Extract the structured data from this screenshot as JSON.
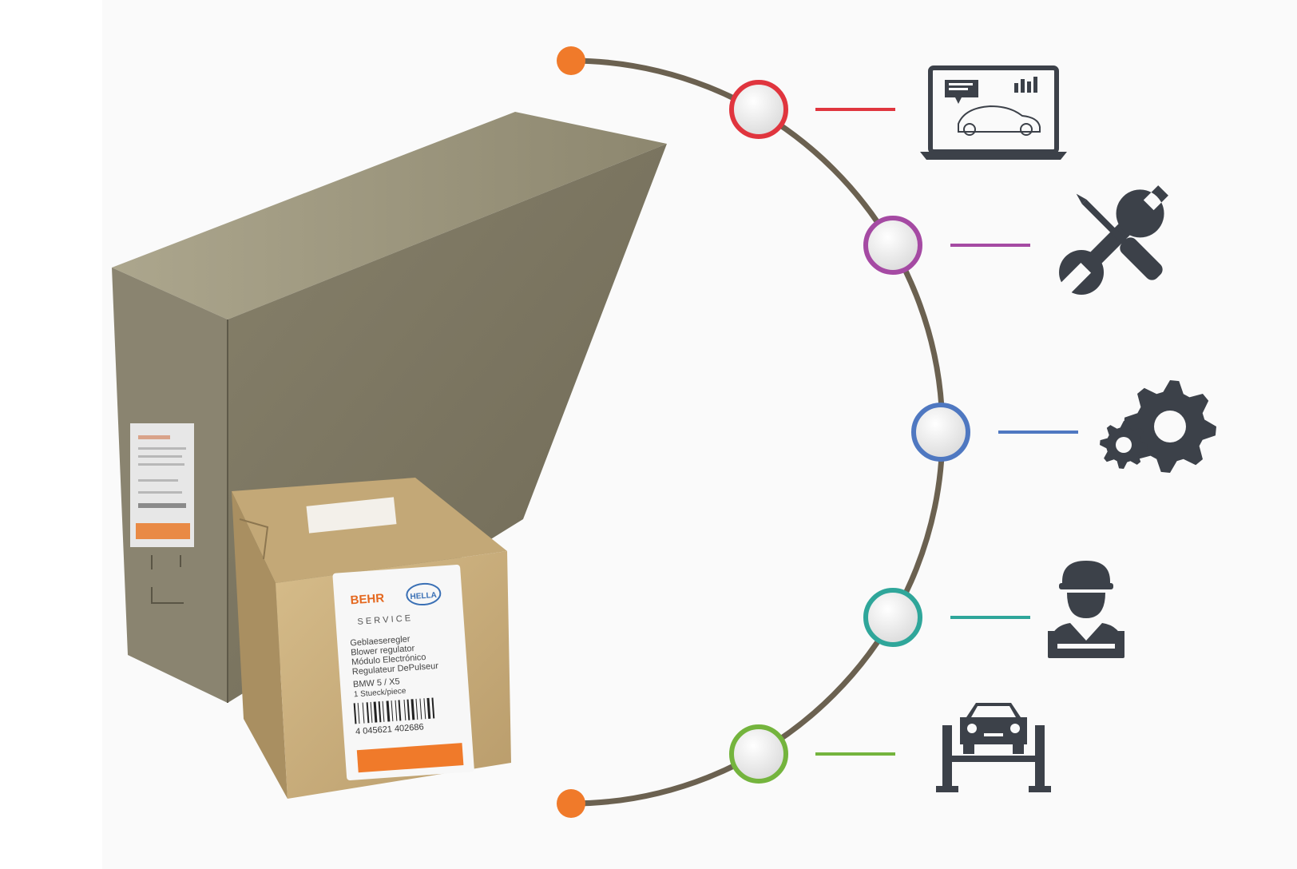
{
  "colors": {
    "arc": "#6b6150",
    "endpoint": "#f07a2a",
    "icon": "#3c4149",
    "nodes": [
      "#e0353e",
      "#a54aa3",
      "#4f78c1",
      "#2fa69a",
      "#74b43d"
    ]
  },
  "timeline": {
    "nodes": [
      {
        "icon": "laptop-diagnostics-icon"
      },
      {
        "icon": "wrench-screwdriver-icon"
      },
      {
        "icon": "gears-icon"
      },
      {
        "icon": "mechanic-icon"
      },
      {
        "icon": "car-lift-icon"
      }
    ]
  },
  "small_box": {
    "brand_behr": "BEHR",
    "brand_hella": "HELLA",
    "service": "S E R V I C E",
    "lines": [
      "Geblaeseregler",
      "Blower regulator",
      "Módulo Electrónico",
      "Regulateur DePulseur",
      "BMW 5 / X5",
      "1 Stueck/piece"
    ],
    "barcode": "4 045621 402686"
  }
}
